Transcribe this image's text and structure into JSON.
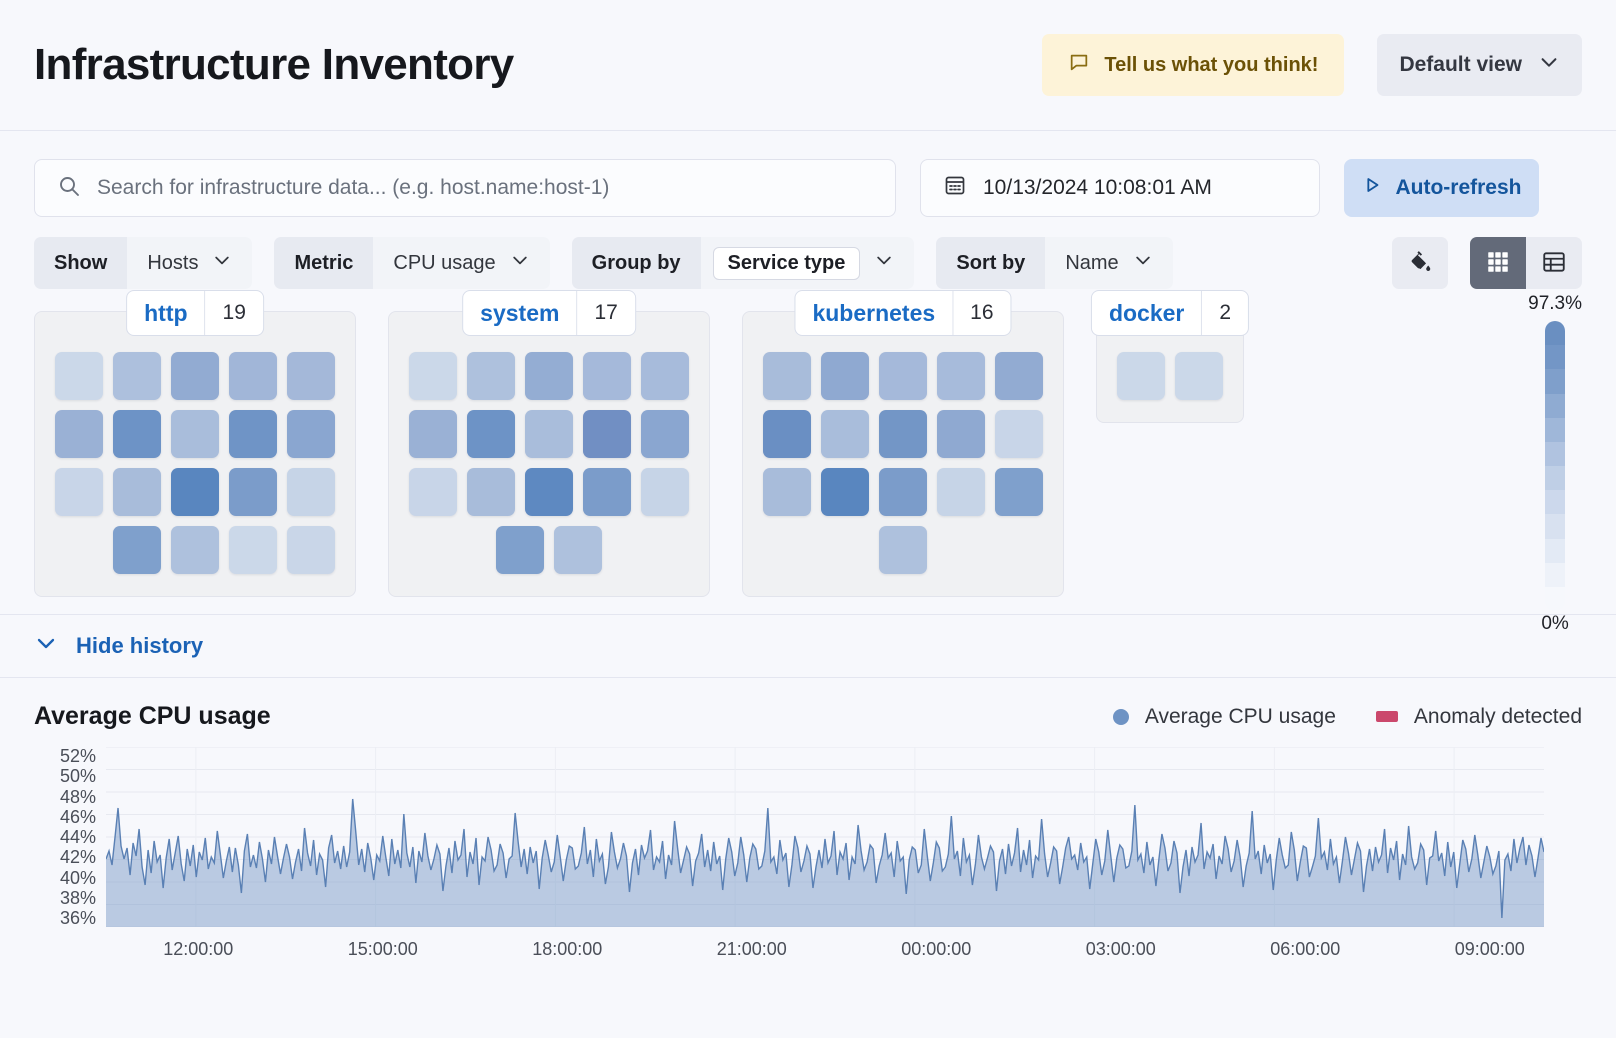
{
  "header": {
    "title": "Infrastructure Inventory",
    "feedback_label": "Tell us what you think!",
    "feedback_icon": "comment-icon",
    "view_label": "Default view",
    "view_icon": "chevron-down-icon"
  },
  "search": {
    "placeholder": "Search for infrastructure data... (e.g. host.name:host-1)",
    "value": "",
    "icon": "search-icon"
  },
  "datepicker": {
    "value": "10/13/2024 10:08:01 AM",
    "icon": "calendar-icon"
  },
  "autorefresh": {
    "label": "Auto-refresh",
    "icon": "play-icon"
  },
  "filters": [
    {
      "label": "Show",
      "value": "Hosts",
      "boxed": false
    },
    {
      "label": "Metric",
      "value": "CPU usage",
      "boxed": false
    },
    {
      "label": "Group by",
      "value": "Service type",
      "boxed": true
    },
    {
      "label": "Sort by",
      "value": "Name",
      "boxed": false
    }
  ],
  "toolbar_right": {
    "legend_icon": "paint-bucket-icon",
    "grid_view_icon": "grid-view-icon",
    "table_view_icon": "table-view-icon",
    "active_view": "grid"
  },
  "legend_scale": {
    "max_label": "97.3%",
    "min_label": "0%",
    "colors": [
      "#6a8fc1",
      "#7396c6",
      "#7f9fcb",
      "#8fabd2",
      "#9fb7d9",
      "#b0c3e0",
      "#bfcfe6",
      "#ccd8ec",
      "#d8e1f0",
      "#e3eaf5",
      "#eef2f9",
      "#f6f8fc"
    ]
  },
  "groups": [
    {
      "name": "http",
      "count": "19",
      "rows": [
        {
          "align": "left",
          "cells": [
            "#cbd8e9",
            "#adc0dd",
            "#92abd2",
            "#a1b6d8",
            "#a4b8d9"
          ]
        },
        {
          "align": "left",
          "cells": [
            "#9ab1d5",
            "#6d93c6",
            "#a9bddb",
            "#6f94c6",
            "#8aa6d0"
          ]
        },
        {
          "align": "left",
          "cells": [
            "#c8d5e8",
            "#a8bcda",
            "#5986bf",
            "#7b9cca",
            "#c6d4e7"
          ]
        },
        {
          "align": "right",
          "cells": [
            "#7fa0cc",
            "#aec1dd",
            "#cbd8e9",
            "#c9d6e8"
          ]
        }
      ]
    },
    {
      "name": "system",
      "count": "17",
      "rows": [
        {
          "align": "left",
          "cells": [
            "#cbd8e9",
            "#aec1dd",
            "#94adD3",
            "#a5b9da",
            "#a7bbdb"
          ]
        },
        {
          "align": "left",
          "cells": [
            "#9ab1d5",
            "#6d93c6",
            "#a9bddb",
            "#718fc3",
            "#8aa6d0"
          ]
        },
        {
          "align": "left",
          "cells": [
            "#c8d5e8",
            "#a8bcda",
            "#5e89c1",
            "#7b9cca",
            "#c6d4e7"
          ]
        },
        {
          "align": "center",
          "cells": [
            "#7fa0cc",
            "#aec1dd"
          ]
        }
      ]
    },
    {
      "name": "kubernetes",
      "count": "16",
      "rows": [
        {
          "align": "left",
          "cells": [
            "#a8bcda",
            "#8fa9d1",
            "#a5b9da",
            "#a7bbdb",
            "#92abd2"
          ]
        },
        {
          "align": "left",
          "cells": [
            "#6a8fc3",
            "#a9bddb",
            "#7396c6",
            "#8fa9d1",
            "#c8d5e8"
          ]
        },
        {
          "align": "left",
          "cells": [
            "#a8bcda",
            "#5986bf",
            "#7b9cca",
            "#c6d4e7",
            "#7fa0cc"
          ]
        },
        {
          "align": "center",
          "cells": [
            "#aec1dd"
          ]
        }
      ]
    },
    {
      "name": "docker",
      "count": "2",
      "rows": [
        {
          "align": "center",
          "cells": [
            "#cbd8e9",
            "#cbd8e9"
          ]
        }
      ]
    }
  ],
  "history": {
    "toggle_label": "Hide history",
    "toggle_icon": "chevron-down-icon"
  },
  "chart_data": {
    "type": "area",
    "title": "Average CPU usage",
    "xlabel": "",
    "ylabel": "",
    "ylim": [
      35,
      53
    ],
    "grid": true,
    "legend_position": "top-right",
    "legend": [
      {
        "name": "Average CPU usage",
        "color": "#6e93c4",
        "marker": "dot"
      },
      {
        "name": "Anomaly detected",
        "color": "#cb486c",
        "marker": "square"
      }
    ],
    "yticks": [
      "52%",
      "50%",
      "48%",
      "46%",
      "44%",
      "42%",
      "40%",
      "38%",
      "36%"
    ],
    "xticks": [
      "12:00:00",
      "15:00:00",
      "18:00:00",
      "21:00:00",
      "00:00:00",
      "03:00:00",
      "06:00:00",
      "09:00:00"
    ],
    "series": [
      {
        "name": "Average CPU usage",
        "color": "#6e93c4",
        "values": [
          41.8,
          42.6,
          41.2,
          44.0,
          46.9,
          43.1,
          41.8,
          42.9,
          40.2,
          43.4,
          42.1,
          44.8,
          41.0,
          39.2,
          42.7,
          40.4,
          43.6,
          41.5,
          42.2,
          38.9,
          41.9,
          43.8,
          40.7,
          42.4,
          44.1,
          41.3,
          39.6,
          42.8,
          41.1,
          43.2,
          40.0,
          42.5,
          41.7,
          43.9,
          40.8,
          42.0,
          41.4,
          44.6,
          42.3,
          39.9,
          41.6,
          43.0,
          40.5,
          42.9,
          41.2,
          38.4,
          42.6,
          44.3,
          41.0,
          42.2,
          40.9,
          43.5,
          41.8,
          39.5,
          42.7,
          41.3,
          44.0,
          42.1,
          40.3,
          41.9,
          43.3,
          42.0,
          39.8,
          41.5,
          42.8,
          40.6,
          44.9,
          42.4,
          41.1,
          43.7,
          40.2,
          42.3,
          41.7,
          39.0,
          42.9,
          44.2,
          41.4,
          42.6,
          40.8,
          43.1,
          41.0,
          42.5,
          47.8,
          44.6,
          41.2,
          42.8,
          40.5,
          43.4,
          41.9,
          39.7,
          42.2,
          41.6,
          44.1,
          42.0,
          40.1,
          43.8,
          41.3,
          42.7,
          40.9,
          46.3,
          42.4,
          41.0,
          43.0,
          39.4,
          42.6,
          41.5,
          44.4,
          42.1,
          40.7,
          41.8,
          43.2,
          42.3,
          38.6,
          41.1,
          42.9,
          40.4,
          43.6,
          41.7,
          42.2,
          44.8,
          40.0,
          42.5,
          41.3,
          43.9,
          39.2,
          42.0,
          41.6,
          44.0,
          42.7,
          40.6,
          41.2,
          43.3,
          42.4,
          39.9,
          41.8,
          42.1,
          46.4,
          43.5,
          41.0,
          42.8,
          40.3,
          43.0,
          41.4,
          42.6,
          38.8,
          41.9,
          43.7,
          42.2,
          40.5,
          41.5,
          44.2,
          42.0,
          39.6,
          41.7,
          43.1,
          42.9,
          40.8,
          41.1,
          42.4,
          45.0,
          41.3,
          42.7,
          40.0,
          43.8,
          41.6,
          42.3,
          39.3,
          41.0,
          44.5,
          42.5,
          40.9,
          41.8,
          43.4,
          42.1,
          38.5,
          41.4,
          42.8,
          40.2,
          43.2,
          41.9,
          42.6,
          44.7,
          40.7,
          42.0,
          41.5,
          43.6,
          39.8,
          42.2,
          41.2,
          45.6,
          42.9,
          40.4,
          41.7,
          43.0,
          42.3,
          39.1,
          41.6,
          42.4,
          44.3,
          41.0,
          42.7,
          40.6,
          43.5,
          41.3,
          42.1,
          38.7,
          41.8,
          43.9,
          42.5,
          40.1,
          41.4,
          44.0,
          42.2,
          39.5,
          41.9,
          43.3,
          42.8,
          40.8,
          41.1,
          42.6,
          46.9,
          41.5,
          42.0,
          40.3,
          43.7,
          41.7,
          42.4,
          39.0,
          41.2,
          44.1,
          42.9,
          40.5,
          41.6,
          43.1,
          42.3,
          38.9,
          41.0,
          42.7,
          40.9,
          43.8,
          41.4,
          42.1,
          44.6,
          40.2,
          42.5,
          41.8,
          43.4,
          39.7,
          42.0,
          41.3,
          45.2,
          42.6,
          40.7,
          41.5,
          43.2,
          42.8,
          39.4,
          41.1,
          42.2,
          44.4,
          41.9,
          42.4,
          40.0,
          43.6,
          41.6,
          42.0,
          38.3,
          41.7,
          43.0,
          42.7,
          40.4,
          41.2,
          44.8,
          42.1,
          39.6,
          41.4,
          43.5,
          42.9,
          40.6,
          41.0,
          42.3,
          46.1,
          41.8,
          42.6,
          40.1,
          43.9,
          41.5,
          42.2,
          39.2,
          41.3,
          44.2,
          42.0,
          40.8,
          41.9,
          43.1,
          42.5,
          38.6,
          41.6,
          42.8,
          40.3,
          43.3,
          41.1,
          42.4,
          44.9,
          40.5,
          42.7,
          41.2,
          43.7,
          39.9,
          42.1,
          41.7,
          45.8,
          42.3,
          40.0,
          41.4,
          43.0,
          42.6,
          39.3,
          41.0,
          42.9,
          44.0,
          41.8,
          42.2,
          40.7,
          43.4,
          41.5,
          42.0,
          38.8,
          41.3,
          43.8,
          42.5,
          40.2,
          41.6,
          44.7,
          42.1,
          39.5,
          41.9,
          43.2,
          42.8,
          40.9,
          41.1,
          42.6,
          47.2,
          41.7,
          42.3,
          40.4,
          43.5,
          41.2,
          42.0,
          39.1,
          41.8,
          44.3,
          42.9,
          40.6,
          41.4,
          43.6,
          42.4,
          38.4,
          41.0,
          42.7,
          40.1,
          43.0,
          41.5,
          42.2,
          45.4,
          40.8,
          42.5,
          41.9,
          43.3,
          39.8,
          42.1,
          41.3,
          44.1,
          42.8,
          40.5,
          41.6,
          43.7,
          42.0,
          39.0,
          41.1,
          42.4,
          46.6,
          41.8,
          42.6,
          40.3,
          43.2,
          41.4,
          42.3,
          38.7,
          41.7,
          43.9,
          42.2,
          40.9,
          41.2,
          44.5,
          42.7,
          39.6,
          41.5,
          43.1,
          42.9,
          40.0,
          41.0,
          42.1,
          45.9,
          41.9,
          42.5,
          40.7,
          43.8,
          41.3,
          42.0,
          39.4,
          41.6,
          44.0,
          42.4,
          40.2,
          41.8,
          43.4,
          42.6,
          38.5,
          41.1,
          42.8,
          40.6,
          43.0,
          41.5,
          42.2,
          44.8,
          40.4,
          42.9,
          41.7,
          43.6,
          39.7,
          42.3,
          41.2,
          45.1,
          42.0,
          40.8,
          41.4,
          43.3,
          42.7,
          39.2,
          41.9,
          42.1,
          44.6,
          41.6,
          42.4,
          40.1,
          43.5,
          41.0,
          42.5,
          38.9,
          41.3,
          43.7,
          42.8,
          40.5,
          41.8,
          44.2,
          42.2,
          39.9,
          41.5,
          43.1,
          42.0,
          40.3,
          41.1,
          42.6,
          35.9,
          41.7,
          42.3,
          40.6,
          43.8,
          41.4,
          42.9,
          44.0,
          41.2,
          43.2,
          42.1,
          40.0,
          41.9,
          43.9,
          42.5
        ]
      }
    ]
  }
}
